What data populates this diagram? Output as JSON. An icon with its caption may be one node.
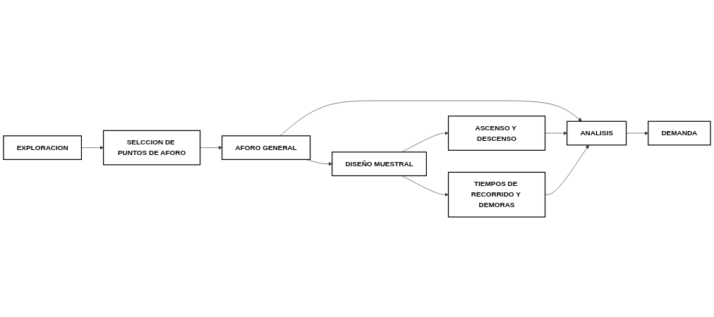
{
  "diagram": {
    "nodes": [
      {
        "text": [
          "EXPLORACION"
        ]
      },
      {
        "text": [
          "SELCCION DE PUNTOS DE AFORO"
        ]
      },
      {
        "text": [
          "AFORO GENERAL"
        ]
      },
      {
        "text": [
          "DISEÑO MUESTRAL"
        ]
      },
      {
        "text": [
          "ASCENSO Y DESCENSO"
        ]
      },
      {
        "text": [
          "TIEMPOS DE RECORRIDO Y DEMORAS"
        ]
      },
      {
        "text": [
          "ANALISIS"
        ]
      },
      {
        "text": [
          "DEMANDA"
        ]
      }
    ],
    "edges": [
      {
        "from": 0,
        "to": 1,
        "arrow": "to"
      },
      {
        "from": 1,
        "to": 2,
        "arrow": "to"
      },
      {
        "from": 2,
        "to": 3,
        "arrow": "to"
      },
      {
        "from": 2,
        "to": 6,
        "arrow": "to"
      },
      {
        "from": 3,
        "to": 4,
        "arrow": "to"
      },
      {
        "from": 3,
        "to": 5,
        "arrow": "to"
      },
      {
        "from": 4,
        "to": 6,
        "arrow": "to"
      },
      {
        "from": 5,
        "to": 6,
        "arrow": "to"
      },
      {
        "from": 6,
        "to": 7,
        "arrow": "to"
      }
    ]
  }
}
